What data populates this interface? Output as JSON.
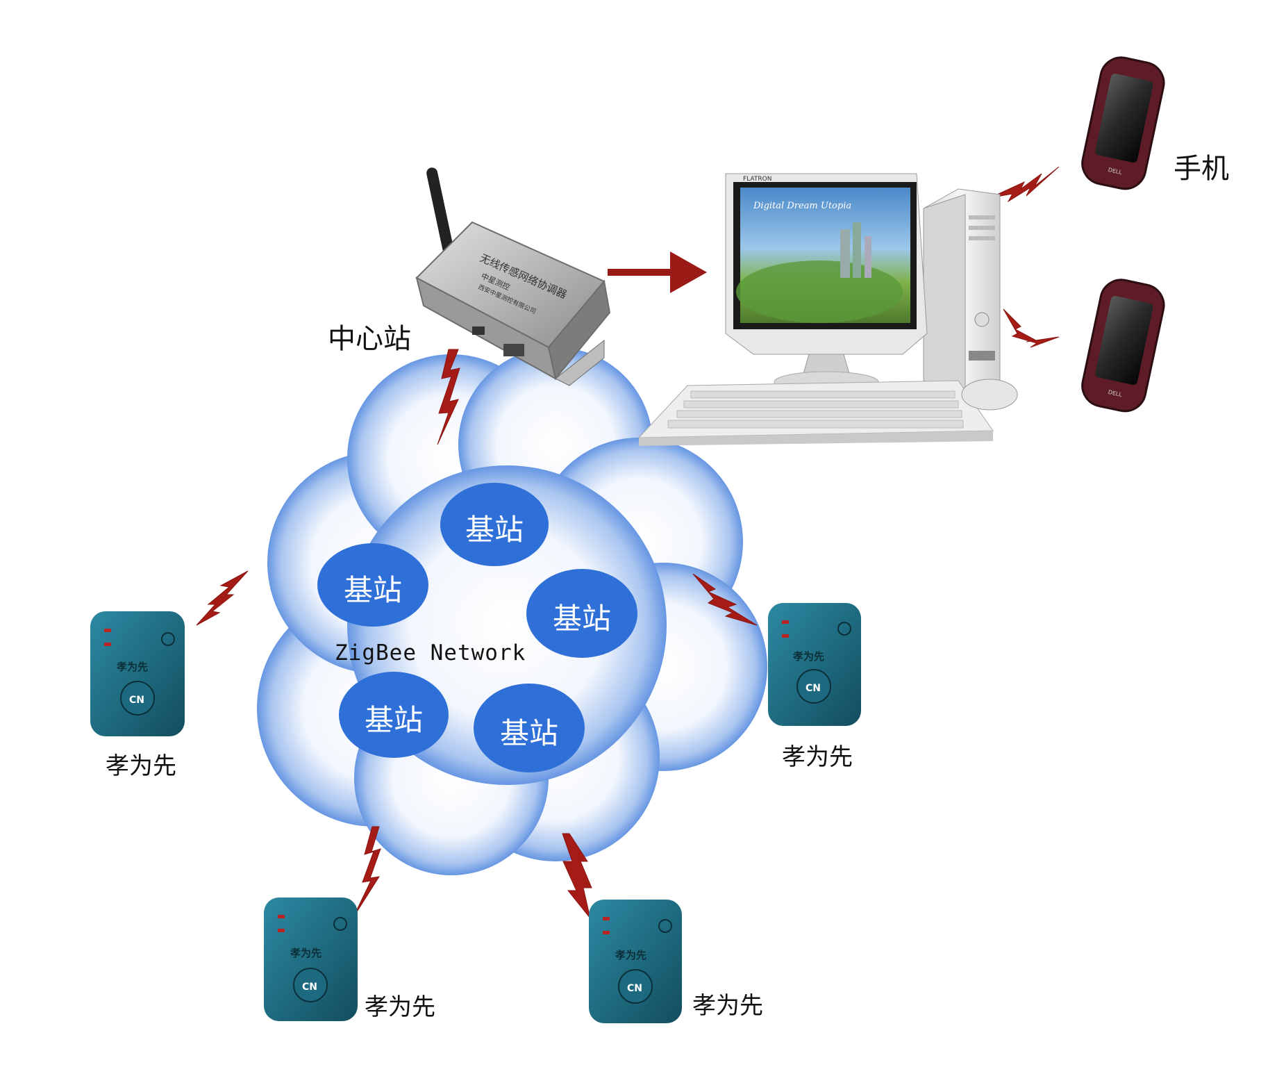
{
  "center_station": {
    "label": "中心站",
    "device_text_line1": "无线传感网络协调器",
    "device_text_line2": "中星测控",
    "device_text_line3": "西安中星测控有限公司"
  },
  "phone_label": "手机",
  "network": {
    "label": "ZigBee Network",
    "base_stations": [
      "基站",
      "基站",
      "基站",
      "基站",
      "基站"
    ]
  },
  "terminals": [
    {
      "label": "孝为先",
      "device_text": "孝为先"
    },
    {
      "label": "孝为先",
      "device_text": "孝为先"
    },
    {
      "label": "孝为先",
      "device_text": "孝为先"
    },
    {
      "label": "孝为先",
      "device_text": "孝为先"
    }
  ],
  "monitor": {
    "brand": "FLATRON",
    "screen_text": "Digital Dream Utopia"
  },
  "phone_brand": "DELL",
  "colors": {
    "cloud_edge": "#2f6fd6",
    "cloud_center": "#ffffff",
    "base_station": "#2e6fd8",
    "lightning": "#a51b16",
    "arrow": "#9b1a16",
    "terminal": "#1d6a80"
  }
}
